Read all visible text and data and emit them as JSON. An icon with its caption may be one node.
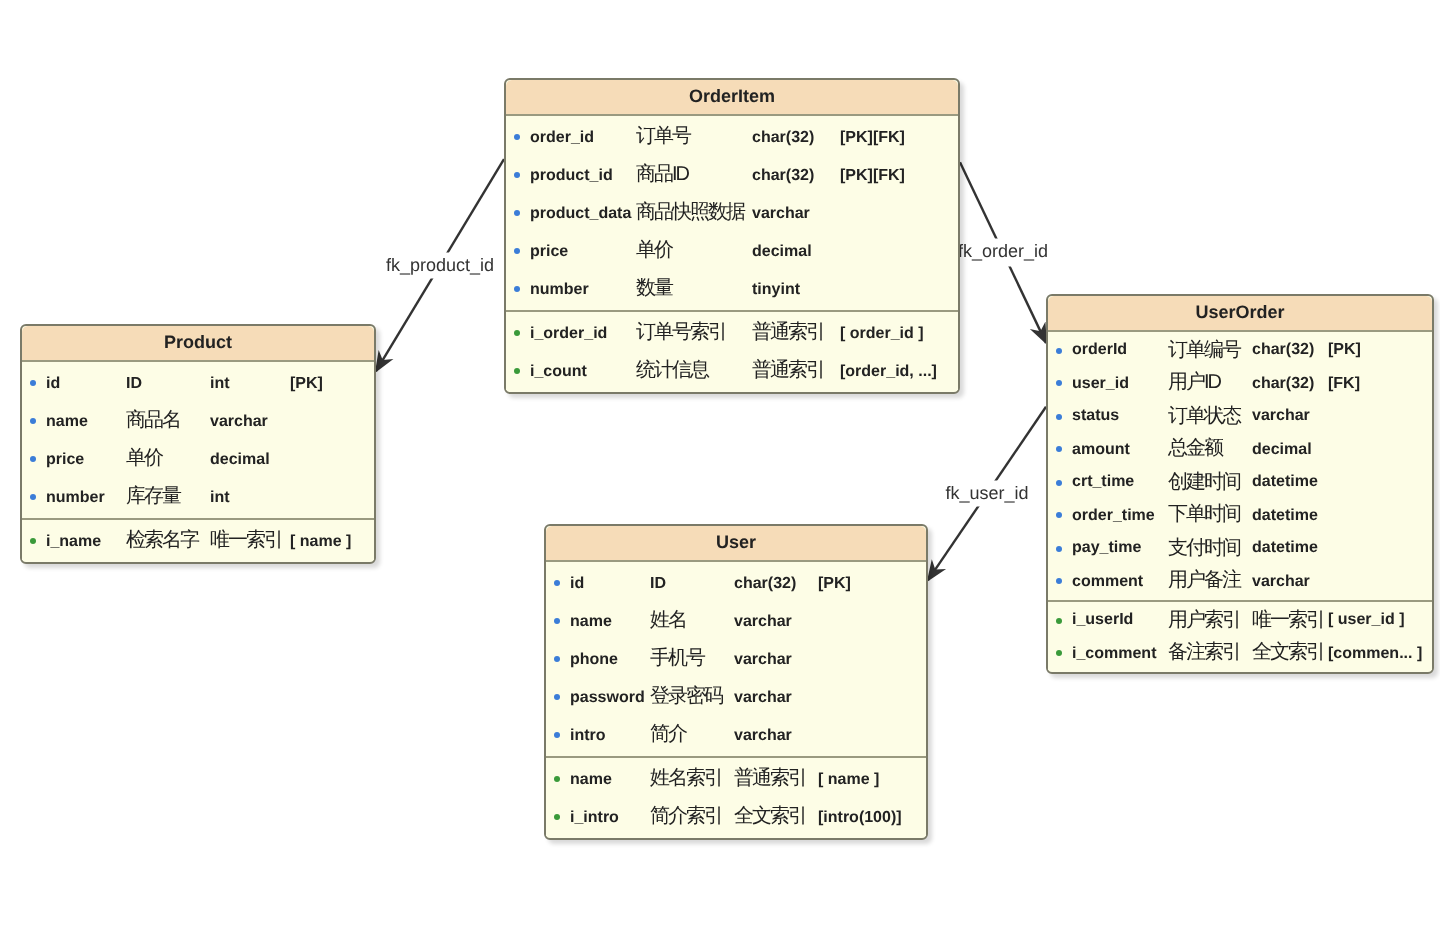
{
  "diagram": {
    "nodes": [
      {
        "text": [
          "OrderItem"
        ]
      },
      {
        "text": [],
        "shape": "box",
        "in": 0
      },
      {
        "text": [
          "order_id",
          "订单号",
          "char(32)",
          "[PK][FK]"
        ],
        "in": 1
      },
      {
        "text": [
          "product_id",
          "商品ID",
          "char(32)",
          "[PK][FK]"
        ],
        "in": 1
      },
      {
        "text": [
          "product_data",
          "商品快照数据",
          "varchar"
        ],
        "in": 1
      },
      {
        "text": [
          "price",
          "单价",
          "decimal"
        ],
        "in": 1
      },
      {
        "text": [
          "number",
          "数量",
          "tinyint"
        ],
        "in": 1
      },
      {
        "text": [],
        "shape": "box",
        "in": 0
      },
      {
        "text": [
          "i_order_id",
          "订单号索引",
          "普通索引",
          "[ order_id ]"
        ],
        "in": 7
      },
      {
        "text": [
          "i_count",
          "统计信息",
          "普通索引",
          "[order_id, ...]"
        ],
        "in": 7
      },
      {
        "text": [
          "Product"
        ]
      },
      {
        "text": [],
        "shape": "box",
        "in": 10
      },
      {
        "text": [
          "id",
          "ID",
          "int",
          "[PK]"
        ],
        "in": 11
      },
      {
        "text": [
          "name",
          "商品名",
          "varchar"
        ],
        "in": 11
      },
      {
        "text": [
          "price",
          "单价",
          "decimal"
        ],
        "in": 11
      },
      {
        "text": [
          "number",
          "库存量",
          "int"
        ],
        "in": 11
      },
      {
        "text": [],
        "shape": "box",
        "in": 10
      },
      {
        "text": [
          "i_name",
          "检索名字",
          "唯一索引",
          "[ name ]"
        ],
        "in": 16
      },
      {
        "text": [
          "UserOrder"
        ]
      },
      {
        "text": [],
        "shape": "box",
        "in": 18
      },
      {
        "text": [
          "orderId",
          "订单编号",
          "char(32)",
          "[PK]"
        ],
        "in": 19
      },
      {
        "text": [
          "user_id",
          "用户ID",
          "char(32)",
          "[FK]"
        ],
        "in": 19
      },
      {
        "text": [
          "status",
          "订单状态",
          "varchar"
        ],
        "in": 19
      },
      {
        "text": [
          "amount",
          "总金额",
          "decimal"
        ],
        "in": 19
      },
      {
        "text": [
          "crt_time",
          "创建时间",
          "datetime"
        ],
        "in": 19
      },
      {
        "text": [
          "order_time",
          "下单时间",
          "datetime"
        ],
        "in": 19
      },
      {
        "text": [
          "pay_time",
          "支付时间",
          "datetime"
        ],
        "in": 19
      },
      {
        "text": [
          "comment",
          "用户备注",
          "varchar"
        ],
        "in": 19
      },
      {
        "text": [],
        "shape": "box",
        "in": 18
      },
      {
        "text": [
          "i_userId",
          "用户索引",
          "唯一索引",
          "[ user_id ]"
        ],
        "in": 28
      },
      {
        "text": [
          "i_comment",
          "备注索引",
          "全文索引",
          "[commen... ]"
        ],
        "in": 28
      },
      {
        "text": [
          "User"
        ]
      },
      {
        "text": [],
        "shape": "box",
        "in": 31
      },
      {
        "text": [
          "id",
          "ID",
          "char(32)",
          "[PK]"
        ],
        "in": 32
      },
      {
        "text": [
          "name",
          "姓名",
          "varchar"
        ],
        "in": 32
      },
      {
        "text": [
          "phone",
          "手机号",
          "varchar"
        ],
        "in": 32
      },
      {
        "text": [
          "password",
          "登录密码",
          "varchar"
        ],
        "in": 32
      },
      {
        "text": [
          "intro",
          "简介",
          "varchar"
        ],
        "in": 32
      },
      {
        "text": [],
        "shape": "box",
        "in": 31
      },
      {
        "text": [
          "name",
          "姓名索引",
          "普通索引",
          "[ name ]"
        ],
        "in": 38
      },
      {
        "text": [
          "i_intro",
          "简介索引",
          "全文索引",
          "[intro(100)]"
        ],
        "in": 38
      }
    ],
    "edges": [
      {
        "from": 0,
        "to": 10,
        "arrow": "to",
        "label": "fk_product_id"
      },
      {
        "from": 0,
        "to": 18,
        "arrow": "to",
        "label": "fk_order_id"
      },
      {
        "from": 18,
        "to": 31,
        "arrow": "to",
        "label": "fk_user_id"
      }
    ]
  }
}
